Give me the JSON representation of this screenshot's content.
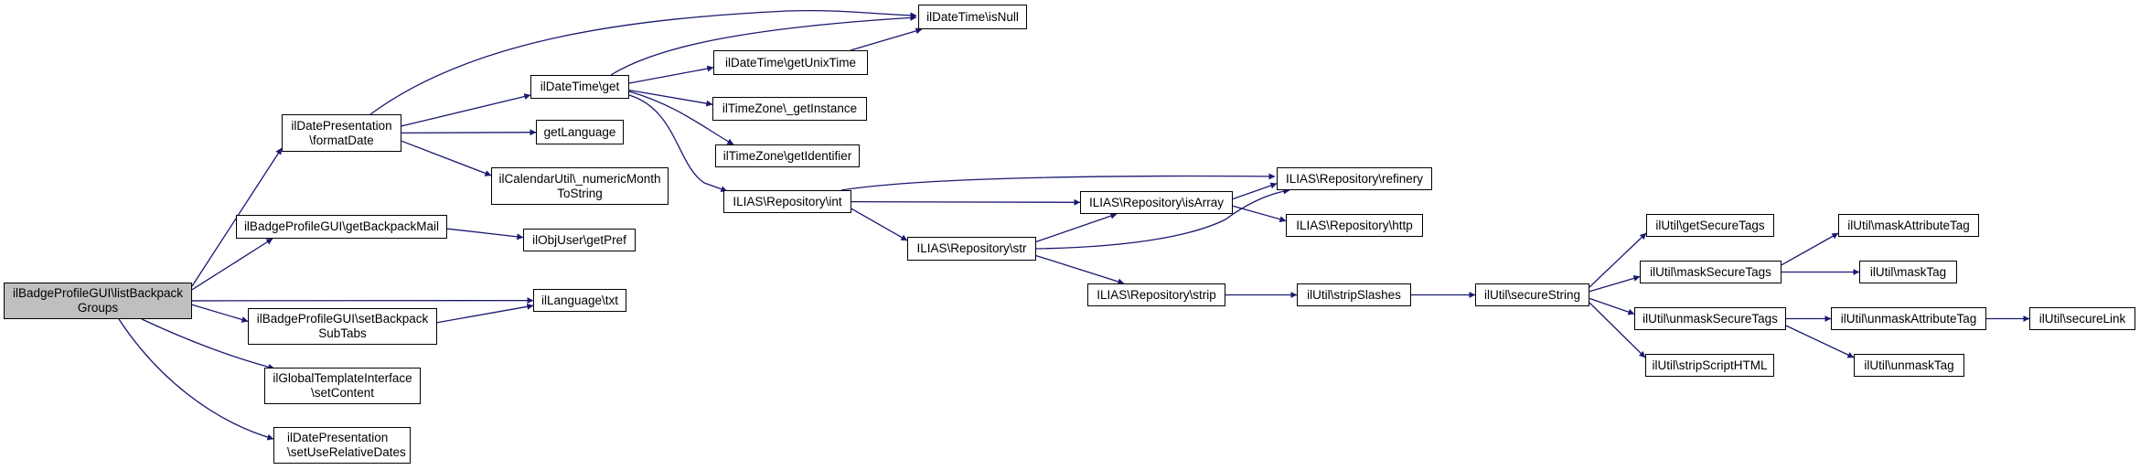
{
  "diagram": {
    "type": "call-graph",
    "edge_color": "#191970",
    "root_fill": "#bfbfbf",
    "nodes": [
      {
        "id": "root",
        "label": "ilBadgeProfileGUI\\listBackpack\nGroups",
        "root": true
      },
      {
        "id": "formatDate",
        "label": "ilDatePresentation\n\\formatDate"
      },
      {
        "id": "getBackpackMail",
        "label": "ilBadgeProfileGUI\\getBackpackMail"
      },
      {
        "id": "setBackpackSubTabs",
        "label": "ilBadgeProfileGUI\\setBackpack\nSubTabs"
      },
      {
        "id": "setContent",
        "label": "ilGlobalTemplateInterface\n\\setContent"
      },
      {
        "id": "setUseRelativeDates",
        "label": "ilDatePresentation\n\\setUseRelativeDates",
        "align": "left"
      },
      {
        "id": "txt",
        "label": "ilLanguage\\txt"
      },
      {
        "id": "getPref",
        "label": "ilObjUser\\getPref"
      },
      {
        "id": "get",
        "label": "ilDateTime\\get"
      },
      {
        "id": "getLanguage",
        "label": "getLanguage"
      },
      {
        "id": "numericMonth",
        "label": "ilCalendarUtil\\_numericMonth\nToString"
      },
      {
        "id": "isNull",
        "label": "ilDateTime\\isNull"
      },
      {
        "id": "getUnixTime",
        "label": "ilDateTime\\getUnixTime"
      },
      {
        "id": "getInstance",
        "label": "ilTimeZone\\_getInstance"
      },
      {
        "id": "getIdentifier",
        "label": "ilTimeZone\\getIdentifier"
      },
      {
        "id": "repoInt",
        "label": "ILIAS\\Repository\\int"
      },
      {
        "id": "repoStr",
        "label": "ILIAS\\Repository\\str"
      },
      {
        "id": "isArray",
        "label": "ILIAS\\Repository\\isArray"
      },
      {
        "id": "refinery",
        "label": "ILIAS\\Repository\\refinery"
      },
      {
        "id": "http",
        "label": "ILIAS\\Repository\\http"
      },
      {
        "id": "strip",
        "label": "ILIAS\\Repository\\strip"
      },
      {
        "id": "stripSlashes",
        "label": "ilUtil\\stripSlashes"
      },
      {
        "id": "secureString",
        "label": "ilUtil\\secureString"
      },
      {
        "id": "getSecureTags",
        "label": "ilUtil\\getSecureTags"
      },
      {
        "id": "maskSecureTags",
        "label": "ilUtil\\maskSecureTags"
      },
      {
        "id": "unmaskSecureTags",
        "label": "ilUtil\\unmaskSecureTags"
      },
      {
        "id": "stripScriptHTML",
        "label": "ilUtil\\stripScriptHTML"
      },
      {
        "id": "maskAttributeTag",
        "label": "ilUtil\\maskAttributeTag"
      },
      {
        "id": "maskTag",
        "label": "ilUtil\\maskTag"
      },
      {
        "id": "unmaskAttributeTag",
        "label": "ilUtil\\unmaskAttributeTag"
      },
      {
        "id": "unmaskTag",
        "label": "ilUtil\\unmaskTag"
      },
      {
        "id": "secureLink",
        "label": "ilUtil\\secureLink"
      }
    ],
    "edges": [
      [
        "root",
        "formatDate"
      ],
      [
        "root",
        "getBackpackMail"
      ],
      [
        "root",
        "txt"
      ],
      [
        "root",
        "setBackpackSubTabs"
      ],
      [
        "root",
        "setContent"
      ],
      [
        "root",
        "setUseRelativeDates"
      ],
      [
        "formatDate",
        "isNull"
      ],
      [
        "formatDate",
        "get"
      ],
      [
        "formatDate",
        "getLanguage"
      ],
      [
        "formatDate",
        "numericMonth"
      ],
      [
        "getBackpackMail",
        "getPref"
      ],
      [
        "setBackpackSubTabs",
        "txt"
      ],
      [
        "get",
        "isNull"
      ],
      [
        "get",
        "getUnixTime"
      ],
      [
        "get",
        "getInstance"
      ],
      [
        "get",
        "getIdentifier"
      ],
      [
        "get",
        "repoInt"
      ],
      [
        "getUnixTime",
        "isNull"
      ],
      [
        "repoInt",
        "refinery"
      ],
      [
        "repoInt",
        "isArray"
      ],
      [
        "repoInt",
        "repoStr"
      ],
      [
        "repoStr",
        "isArray"
      ],
      [
        "repoStr",
        "refinery"
      ],
      [
        "repoStr",
        "strip"
      ],
      [
        "isArray",
        "refinery"
      ],
      [
        "isArray",
        "http"
      ],
      [
        "strip",
        "stripSlashes"
      ],
      [
        "stripSlashes",
        "secureString"
      ],
      [
        "secureString",
        "getSecureTags"
      ],
      [
        "secureString",
        "maskSecureTags"
      ],
      [
        "secureString",
        "unmaskSecureTags"
      ],
      [
        "secureString",
        "stripScriptHTML"
      ],
      [
        "maskSecureTags",
        "maskAttributeTag"
      ],
      [
        "maskSecureTags",
        "maskTag"
      ],
      [
        "unmaskSecureTags",
        "unmaskAttributeTag"
      ],
      [
        "unmaskSecureTags",
        "unmaskTag"
      ],
      [
        "unmaskAttributeTag",
        "secureLink"
      ]
    ]
  }
}
